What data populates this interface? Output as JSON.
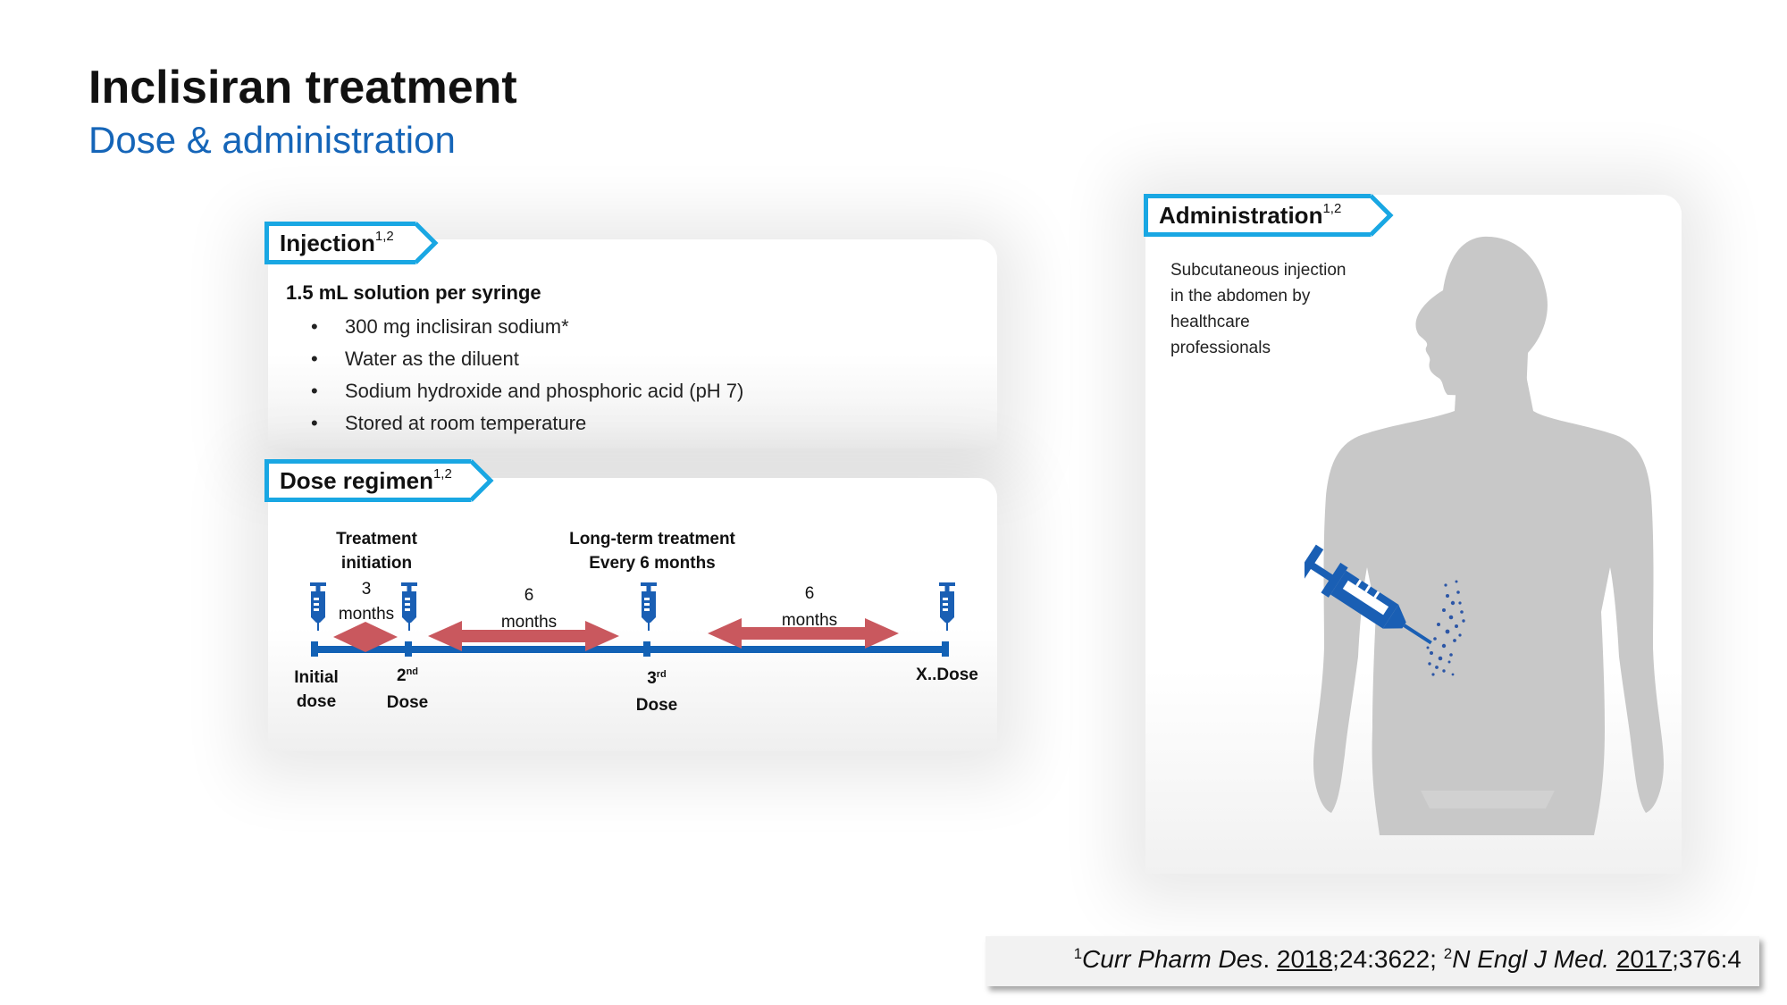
{
  "header": {
    "title": "Inclisiran treatment",
    "subtitle": "Dose & administration"
  },
  "injection": {
    "tag_label": "Injection",
    "tag_sup": "1,2",
    "heading": "1.5 mL solution per syringe",
    "bullets": [
      "300 mg inclisiran sodium*",
      "Water as the diluent",
      "Sodium hydroxide and phosphoric acid (pH 7)",
      "Stored at room temperature"
    ],
    "bullet_char": "•"
  },
  "regimen": {
    "tag_label": "Dose regimen",
    "tag_sup": "1,2",
    "phase1_line1": "Treatment",
    "phase1_line2": "initiation",
    "phase2_line1": "Long-term treatment",
    "phase2_line2": "Every 6 months",
    "interval1_num": "3",
    "interval1_unit": "months",
    "interval2_num": "6",
    "interval2_unit": "months",
    "interval3_num": "6",
    "interval3_unit": "months",
    "dose1_line1": "Initial",
    "dose1_line2": "dose",
    "dose2_num": "2",
    "dose2_ord": "nd",
    "dose2_word": "Dose",
    "dose3_num": "3",
    "dose3_ord": "rd",
    "dose3_word": "Dose",
    "dose4_label": "X..Dose"
  },
  "administration": {
    "tag_label": "Administration",
    "tag_sup": "1,2",
    "text": "Subcutaneous injection in the abdomen by healthcare professionals"
  },
  "reference": {
    "ref1_num": "1",
    "ref1_journal": "Curr Pharm Des",
    "ref1_sep": ". ",
    "ref1_year": "2018",
    "ref1_rest": ";24:3622; ",
    "ref2_num": "2",
    "ref2_journal": "N Engl J Med.",
    "ref2_sep": " ",
    "ref2_year": "2017",
    "ref2_rest": ";376:4"
  },
  "colors": {
    "accent_blue": "#1565b8",
    "tag_border": "#19a7e3",
    "timeline_blue": "#1261b5",
    "arrow_red": "#c9585e",
    "silhouette_gray": "#c8c8c8",
    "syringe_blue": "#1a5fb4"
  }
}
